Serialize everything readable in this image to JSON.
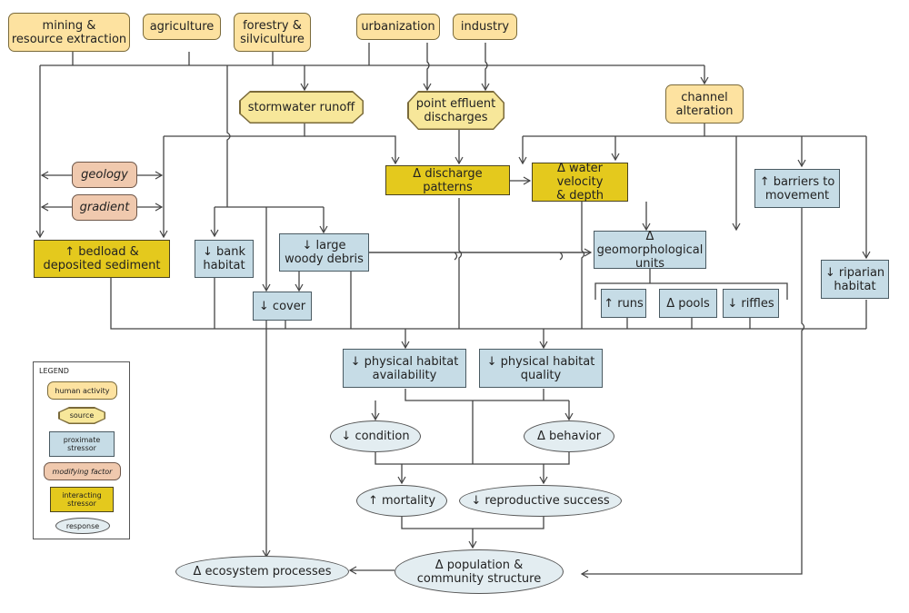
{
  "diagram": {
    "human_activities": [
      {
        "id": "mining",
        "label": "mining &\nresource extraction"
      },
      {
        "id": "agriculture",
        "label": "agriculture"
      },
      {
        "id": "forestry",
        "label": "forestry &\nsilviculture"
      },
      {
        "id": "urbanization",
        "label": "urbanization"
      },
      {
        "id": "industry",
        "label": "industry"
      },
      {
        "id": "channel",
        "label": "channel\nalteration"
      }
    ],
    "sources": [
      {
        "id": "stormwater",
        "label": "stormwater runoff"
      },
      {
        "id": "effluent",
        "label": "point effluent\ndischarges"
      }
    ],
    "modifying_factors": [
      {
        "id": "geology",
        "label": "geology"
      },
      {
        "id": "gradient",
        "label": "gradient"
      }
    ],
    "interacting_stressors": [
      {
        "id": "bedload",
        "label": "↑ bedload &\ndeposited sediment"
      },
      {
        "id": "discharge",
        "label": "Δ discharge patterns"
      },
      {
        "id": "velocity",
        "label": "Δ water velocity\n& depth"
      }
    ],
    "proximate_stressors": [
      {
        "id": "bank",
        "label": "↓ bank\nhabitat"
      },
      {
        "id": "woody",
        "label": "↓ large\nwoody debris"
      },
      {
        "id": "cover",
        "label": "↓ cover"
      },
      {
        "id": "geomorph",
        "label": "Δ geomorphological\nunits"
      },
      {
        "id": "barriers",
        "label": "↑ barriers to\nmovement"
      },
      {
        "id": "riparian",
        "label": "↓ riparian\nhabitat"
      },
      {
        "id": "runs",
        "label": "↑ runs"
      },
      {
        "id": "pools",
        "label": "Δ pools"
      },
      {
        "id": "riffles",
        "label": "↓ riffles"
      },
      {
        "id": "availability",
        "label": "↓ physical habitat\navailability"
      },
      {
        "id": "quality",
        "label": "↓ physical habitat\nquality"
      }
    ],
    "responses": [
      {
        "id": "condition",
        "label": "↓ condition"
      },
      {
        "id": "behavior",
        "label": "Δ behavior"
      },
      {
        "id": "mortality",
        "label": "↑ mortality"
      },
      {
        "id": "reproductive",
        "label": "↓ reproductive success"
      },
      {
        "id": "population",
        "label": "Δ population &\ncommunity structure"
      },
      {
        "id": "ecosystem",
        "label": "Δ ecosystem processes"
      }
    ],
    "edges": [
      [
        "mining",
        "bedload"
      ],
      [
        "agriculture",
        "bedload"
      ],
      [
        "forestry",
        "stormwater"
      ],
      [
        "urbanization",
        "stormwater"
      ],
      [
        "urbanization",
        "effluent"
      ],
      [
        "industry",
        "effluent"
      ],
      [
        "urbanization",
        "channel"
      ],
      [
        "stormwater",
        "discharge"
      ],
      [
        "stormwater",
        "bedload"
      ],
      [
        "effluent",
        "discharge"
      ],
      [
        "channel",
        "discharge"
      ],
      [
        "channel",
        "velocity"
      ],
      [
        "channel",
        "geomorph"
      ],
      [
        "channel",
        "barriers"
      ],
      [
        "channel",
        "riparian"
      ],
      [
        "geology",
        "bedload"
      ],
      [
        "gradient",
        "bedload"
      ],
      [
        "agriculture",
        "bank"
      ],
      [
        "agriculture",
        "cover"
      ],
      [
        "agriculture",
        "woody"
      ],
      [
        "woody",
        "cover"
      ],
      [
        "woody",
        "geomorph"
      ],
      [
        "discharge",
        "velocity"
      ],
      [
        "velocity",
        "geomorph"
      ],
      [
        "geomorph",
        "runs"
      ],
      [
        "geomorph",
        "pools"
      ],
      [
        "geomorph",
        "riffles"
      ],
      [
        "habitat_stressors",
        "availability"
      ],
      [
        "habitat_stressors",
        "quality"
      ],
      [
        "availability",
        "condition"
      ],
      [
        "quality",
        "behavior"
      ],
      [
        "condition",
        "mortality"
      ],
      [
        "behavior",
        "reproductive"
      ],
      [
        "mortality",
        "population"
      ],
      [
        "reproductive",
        "population"
      ],
      [
        "population",
        "ecosystem"
      ],
      [
        "barriers",
        "population"
      ],
      [
        "cover",
        "ecosystem"
      ]
    ]
  },
  "legend": {
    "title": "LEGEND",
    "items": [
      {
        "type": "human",
        "label": "human activity"
      },
      {
        "type": "source",
        "label": "source"
      },
      {
        "type": "prox",
        "label": "proximate\nstressor"
      },
      {
        "type": "modif",
        "label": "modifying factor"
      },
      {
        "type": "inter",
        "label": "interacting\nstressor"
      },
      {
        "type": "resp",
        "label": "response"
      }
    ]
  },
  "colors": {
    "human_activity": "#fde2a0",
    "source": "#f7e79a",
    "proximate_stressor": "#c6dce6",
    "modifying_factor": "#f0c9ae",
    "interacting_stressor": "#e4c91d",
    "response": "#e3edf1",
    "line": "#444444"
  }
}
